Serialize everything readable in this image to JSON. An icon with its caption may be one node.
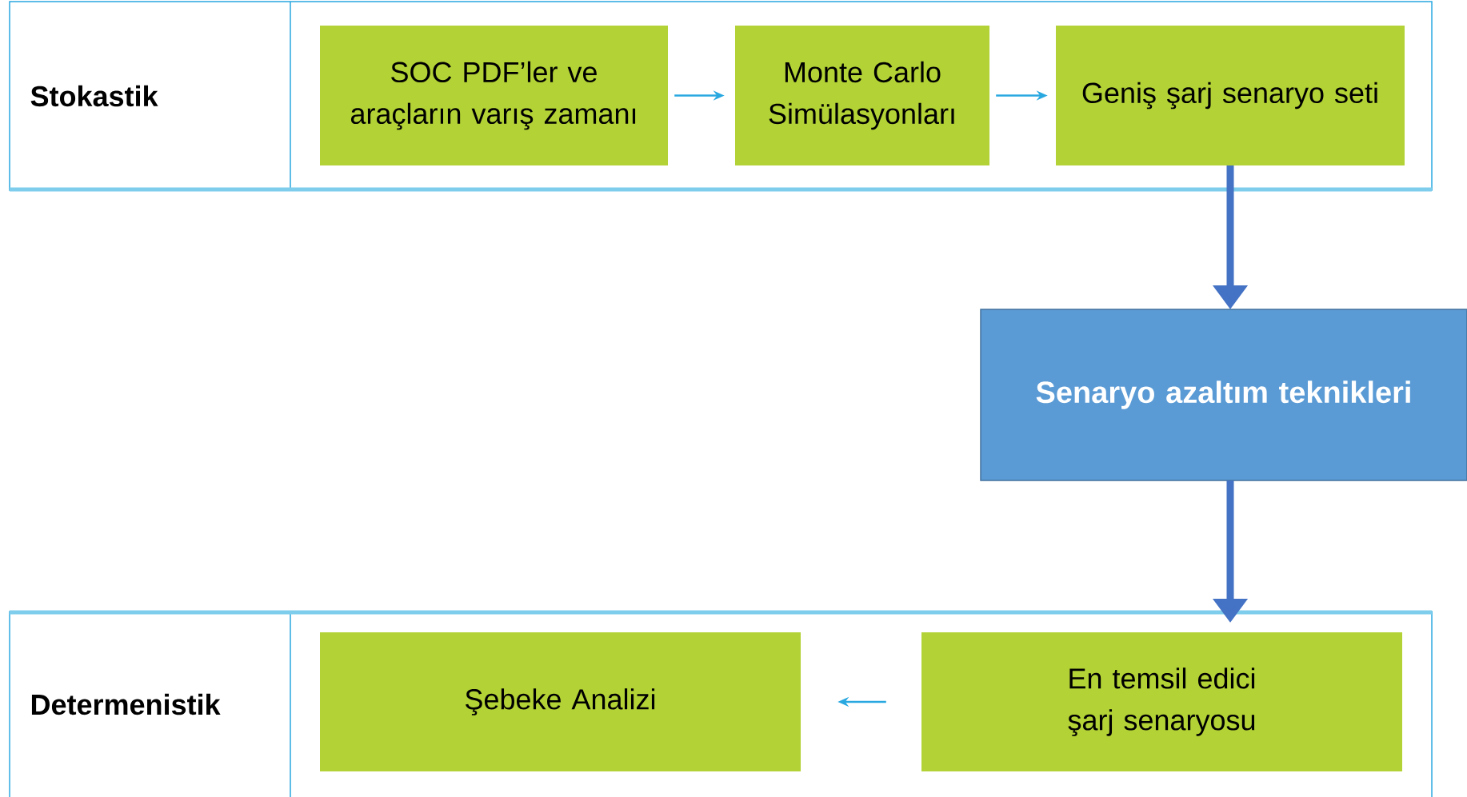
{
  "diagram": {
    "nodes": [
      {
        "text": [
          "Stokastik"
        ]
      },
      {
        "text": [
          "SOC PDF’ler ve araçların varış zamanı"
        ],
        "in": 0
      },
      {
        "text": [
          "Monte Carlo Simülasyonları"
        ],
        "in": 0
      },
      {
        "text": [
          "Geniş şarj senaryo seti"
        ],
        "in": 0
      },
      {
        "text": [
          "Senaryo azaltım teknikleri"
        ]
      },
      {
        "text": [
          "Determenistik"
        ]
      },
      {
        "text": [
          "Şebeke Analizi"
        ],
        "in": 5
      },
      {
        "text": [
          "En temsil edici şarj senaryosu"
        ],
        "in": 5
      }
    ],
    "edges": [
      {
        "from": 1,
        "to": 2,
        "arrow": "to"
      },
      {
        "from": 2,
        "to": 3,
        "arrow": "to"
      },
      {
        "from": 3,
        "to": 4,
        "arrow": "to",
        "style": "thick",
        "color": "#4472c4"
      },
      {
        "from": 4,
        "to": 7,
        "arrow": "to",
        "style": "thick",
        "color": "#4472c4"
      },
      {
        "from": 7,
        "to": 6,
        "arrow": "to"
      }
    ]
  }
}
